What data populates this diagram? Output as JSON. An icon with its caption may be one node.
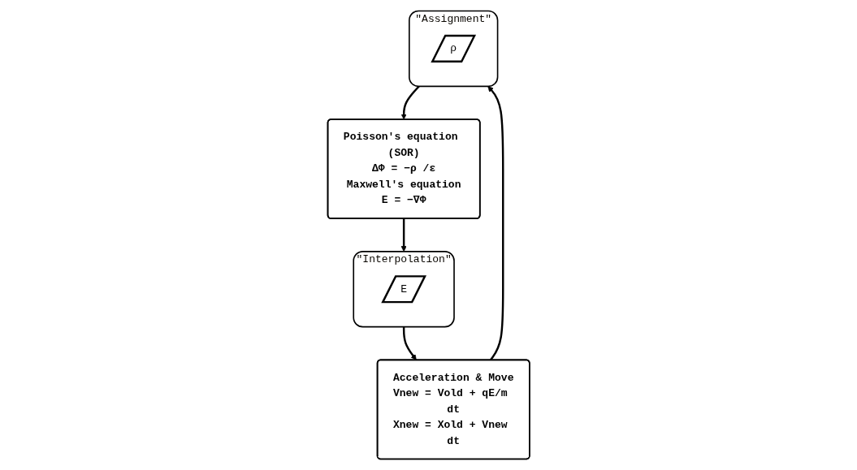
{
  "diagram": {
    "nodes": [
      {
        "text": [
          "Acceleration & Move",
          "Vnew = Vold + qE/m dt",
          "Xnew = Xold + Vnew dt"
        ]
      },
      {
        "text": [
          "\"Interpolation\""
        ]
      },
      {
        "text": [
          "E"
        ],
        "in": 1
      },
      {
        "text": [
          "\"Assignment\""
        ]
      },
      {
        "text": [
          "ρ"
        ],
        "in": 3
      },
      {
        "text": [
          "Poisson's equation (SOR)",
          "ΔΦ = −ρ /ε",
          "Maxwell's equation",
          "E = −∇Φ"
        ]
      }
    ],
    "edges": [
      {
        "from": 0,
        "to": 3,
        "arrow": "to"
      },
      {
        "from": 3,
        "to": 5,
        "arrow": "to"
      },
      {
        "from": 5,
        "to": 1,
        "arrow": "to"
      },
      {
        "from": 1,
        "to": 0,
        "arrow": "to"
      }
    ]
  }
}
